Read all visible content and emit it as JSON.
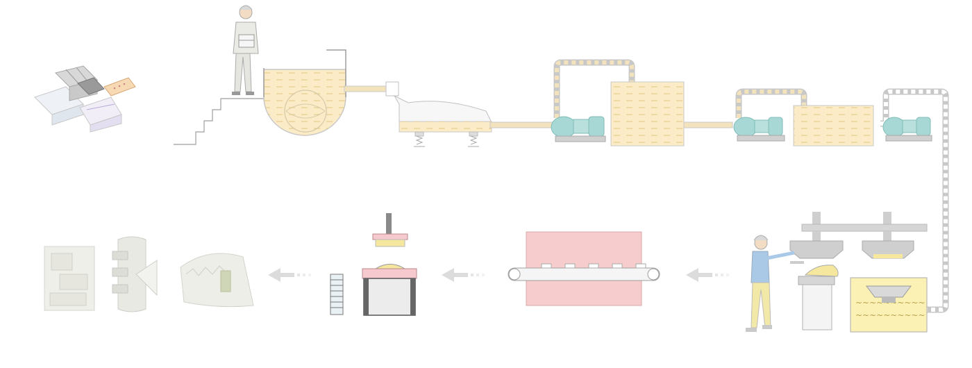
{
  "diagram": {
    "type": "process-flow",
    "colors": {
      "pulp": "#fbecc7",
      "pulp_dash": "#e6c98c",
      "pipe": "#f3e3bd",
      "pump": "#a8d8d5",
      "pump_dark": "#7fbcb8",
      "line": "#bdbdbd",
      "arrow": "#dcdcdc",
      "oven": "#f6cccc",
      "worker_shirt": "#a9c9e6",
      "worker_pants": "#f2e8a8",
      "machine": "#ededed"
    },
    "stages": [
      {
        "id": "raw-material",
        "icon": "waste-paper-bales-icon"
      },
      {
        "id": "pulping",
        "icon": "hydrapulper-tank-icon"
      },
      {
        "id": "screening",
        "icon": "vibrating-screen-icon"
      },
      {
        "id": "pulp-storage-1",
        "icon": "pulp-tank-icon"
      },
      {
        "id": "pulp-storage-2",
        "icon": "pulp-tank-icon"
      },
      {
        "id": "molding",
        "icon": "molding-machine-icon"
      },
      {
        "id": "drying",
        "icon": "drying-oven-icon"
      },
      {
        "id": "hot-pressing",
        "icon": "hot-press-icon"
      },
      {
        "id": "finished-products",
        "icon": "molded-pulp-products-icon"
      }
    ]
  }
}
